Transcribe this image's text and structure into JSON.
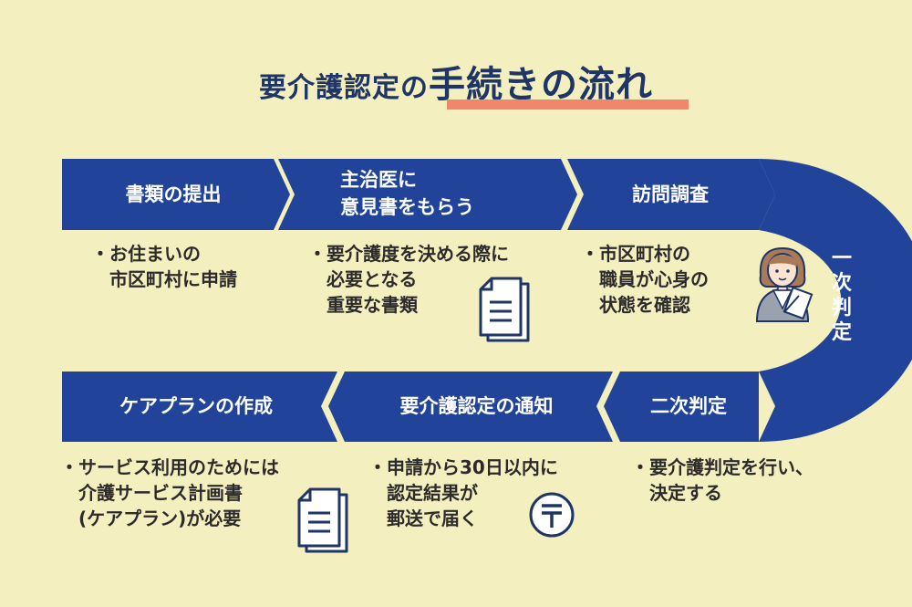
{
  "title": {
    "part1": "要介護認定の",
    "part2": "手続きの流れ"
  },
  "steps": [
    {
      "label": "書類の提出",
      "desc": "・お住まいの\n　市区町村に申請"
    },
    {
      "label": "主治医に\n意見書をもらう",
      "desc": "・要介護度を決める際に\n　必要となる\n　重要な書類"
    },
    {
      "label": "訪問調査",
      "desc": "・市区町村の\n　職員が心身の\n　状態を確認"
    },
    {
      "label": "一次判定"
    },
    {
      "label": "二次判定",
      "desc": "・要介護判定を行い、\n　決定する"
    },
    {
      "label": "要介護認定の通知",
      "desc": "・申請から30日以内に\n　認定結果が\n　郵送で届く"
    },
    {
      "label": "ケアプランの作成",
      "desc": "・サービス利用のためには\n　介護サービス計画書\n　(ケアプラン)が必要"
    }
  ],
  "vertical_label": [
    "一",
    "次",
    "判",
    "定"
  ],
  "colors": {
    "background": "#f4efbe",
    "band": "#21449a",
    "title": "#1e3566",
    "underline": "#f0866c"
  },
  "icons": [
    "document-icon",
    "document-icon",
    "surveyor-person-icon",
    "postal-mark-icon"
  ]
}
